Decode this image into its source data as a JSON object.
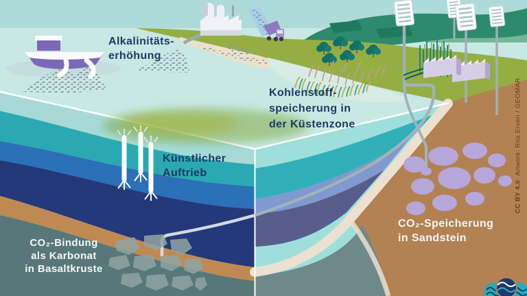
{
  "labels": {
    "alkalinity": {
      "lines": [
        "Alkalinitäts-",
        "erhöhung"
      ]
    },
    "coastal": {
      "lines": [
        "Kohlenstoff-",
        "speicherung in",
        "der Küstenzone"
      ]
    },
    "upwelling": {
      "lines": [
        "Künstlicher",
        "Auftrieb"
      ]
    },
    "basalt": {
      "lines": [
        "CO₂-Bindung",
        "als Karbonat",
        "in Basaltkruste"
      ]
    },
    "sandstone": {
      "lines": [
        "CO₂-Speicherung",
        "in Sandstein"
      ]
    }
  },
  "credit": {
    "license": "CC BY 4.0",
    "attribution": "Artwork: Rita Erven / GEOMAR"
  },
  "colors": {
    "sky": "#aedbd9",
    "sea_surface": "#c8e8e4",
    "ocean_teal": "#2aa9b2",
    "ocean_blue": "#2c70b7",
    "ocean_navy": "#24397a",
    "sediment_tan": "#bf8a51",
    "basalt_gray": "#577779",
    "sandstone_brown": "#b28253",
    "co2_blob_purple": "#b6a6d9",
    "label_navy": "#1e3a64",
    "land_olive": "#95ae43",
    "hill_green": "#2e8a6c",
    "cream_band": "#ece0d0"
  }
}
